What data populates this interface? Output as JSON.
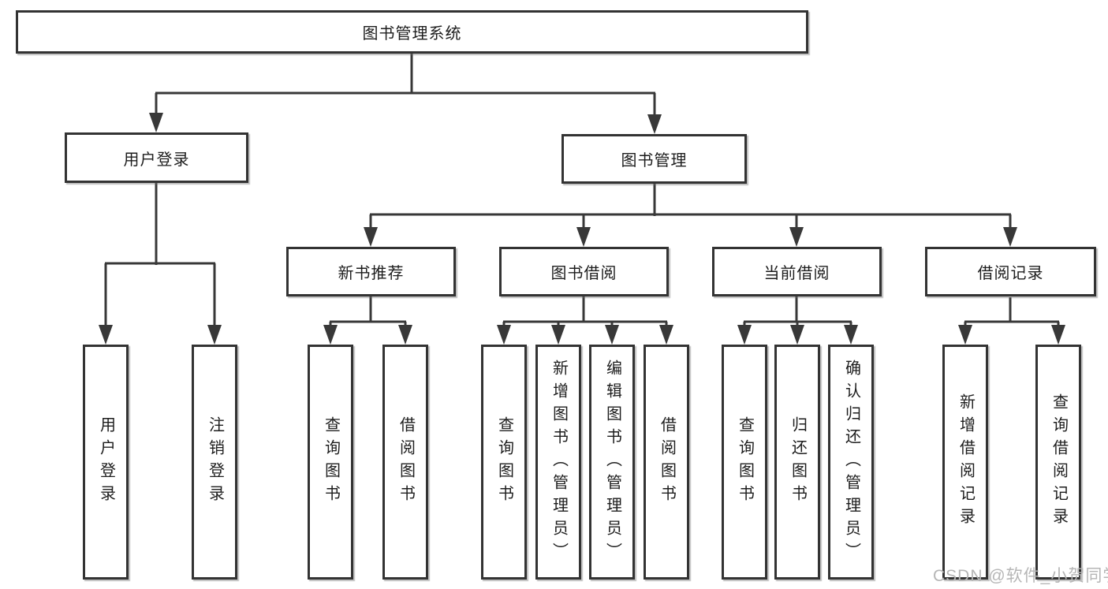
{
  "root": {
    "label": "图书管理系统"
  },
  "branches": {
    "user_login": {
      "label": "用户登录",
      "leaves": [
        "用户登录",
        "注销登录"
      ]
    },
    "book_mgmt": {
      "label": "图书管理"
    },
    "new_books": {
      "label": "新书推荐",
      "leaves": [
        "查询图书",
        "借阅图书"
      ]
    },
    "borrowing": {
      "label": "图书借阅",
      "leaves": [
        "查询图书",
        "新增图书（管理员）",
        "编辑图书（管理员）",
        "借阅图书"
      ]
    },
    "current": {
      "label": "当前借阅",
      "leaves": [
        "查询图书",
        "归还图书",
        "确认归还（管理员）"
      ]
    },
    "records": {
      "label": "借阅记录",
      "leaves": [
        "新增借阅记录",
        "查询借阅记录"
      ]
    }
  },
  "watermark": {
    "text": "CSDN @软件_小贺同学"
  },
  "colors": {
    "line": "#383838",
    "border": "#333333",
    "text": "#1d1d1d",
    "watermark": "#b6b6b6",
    "background": "#ffffff"
  }
}
